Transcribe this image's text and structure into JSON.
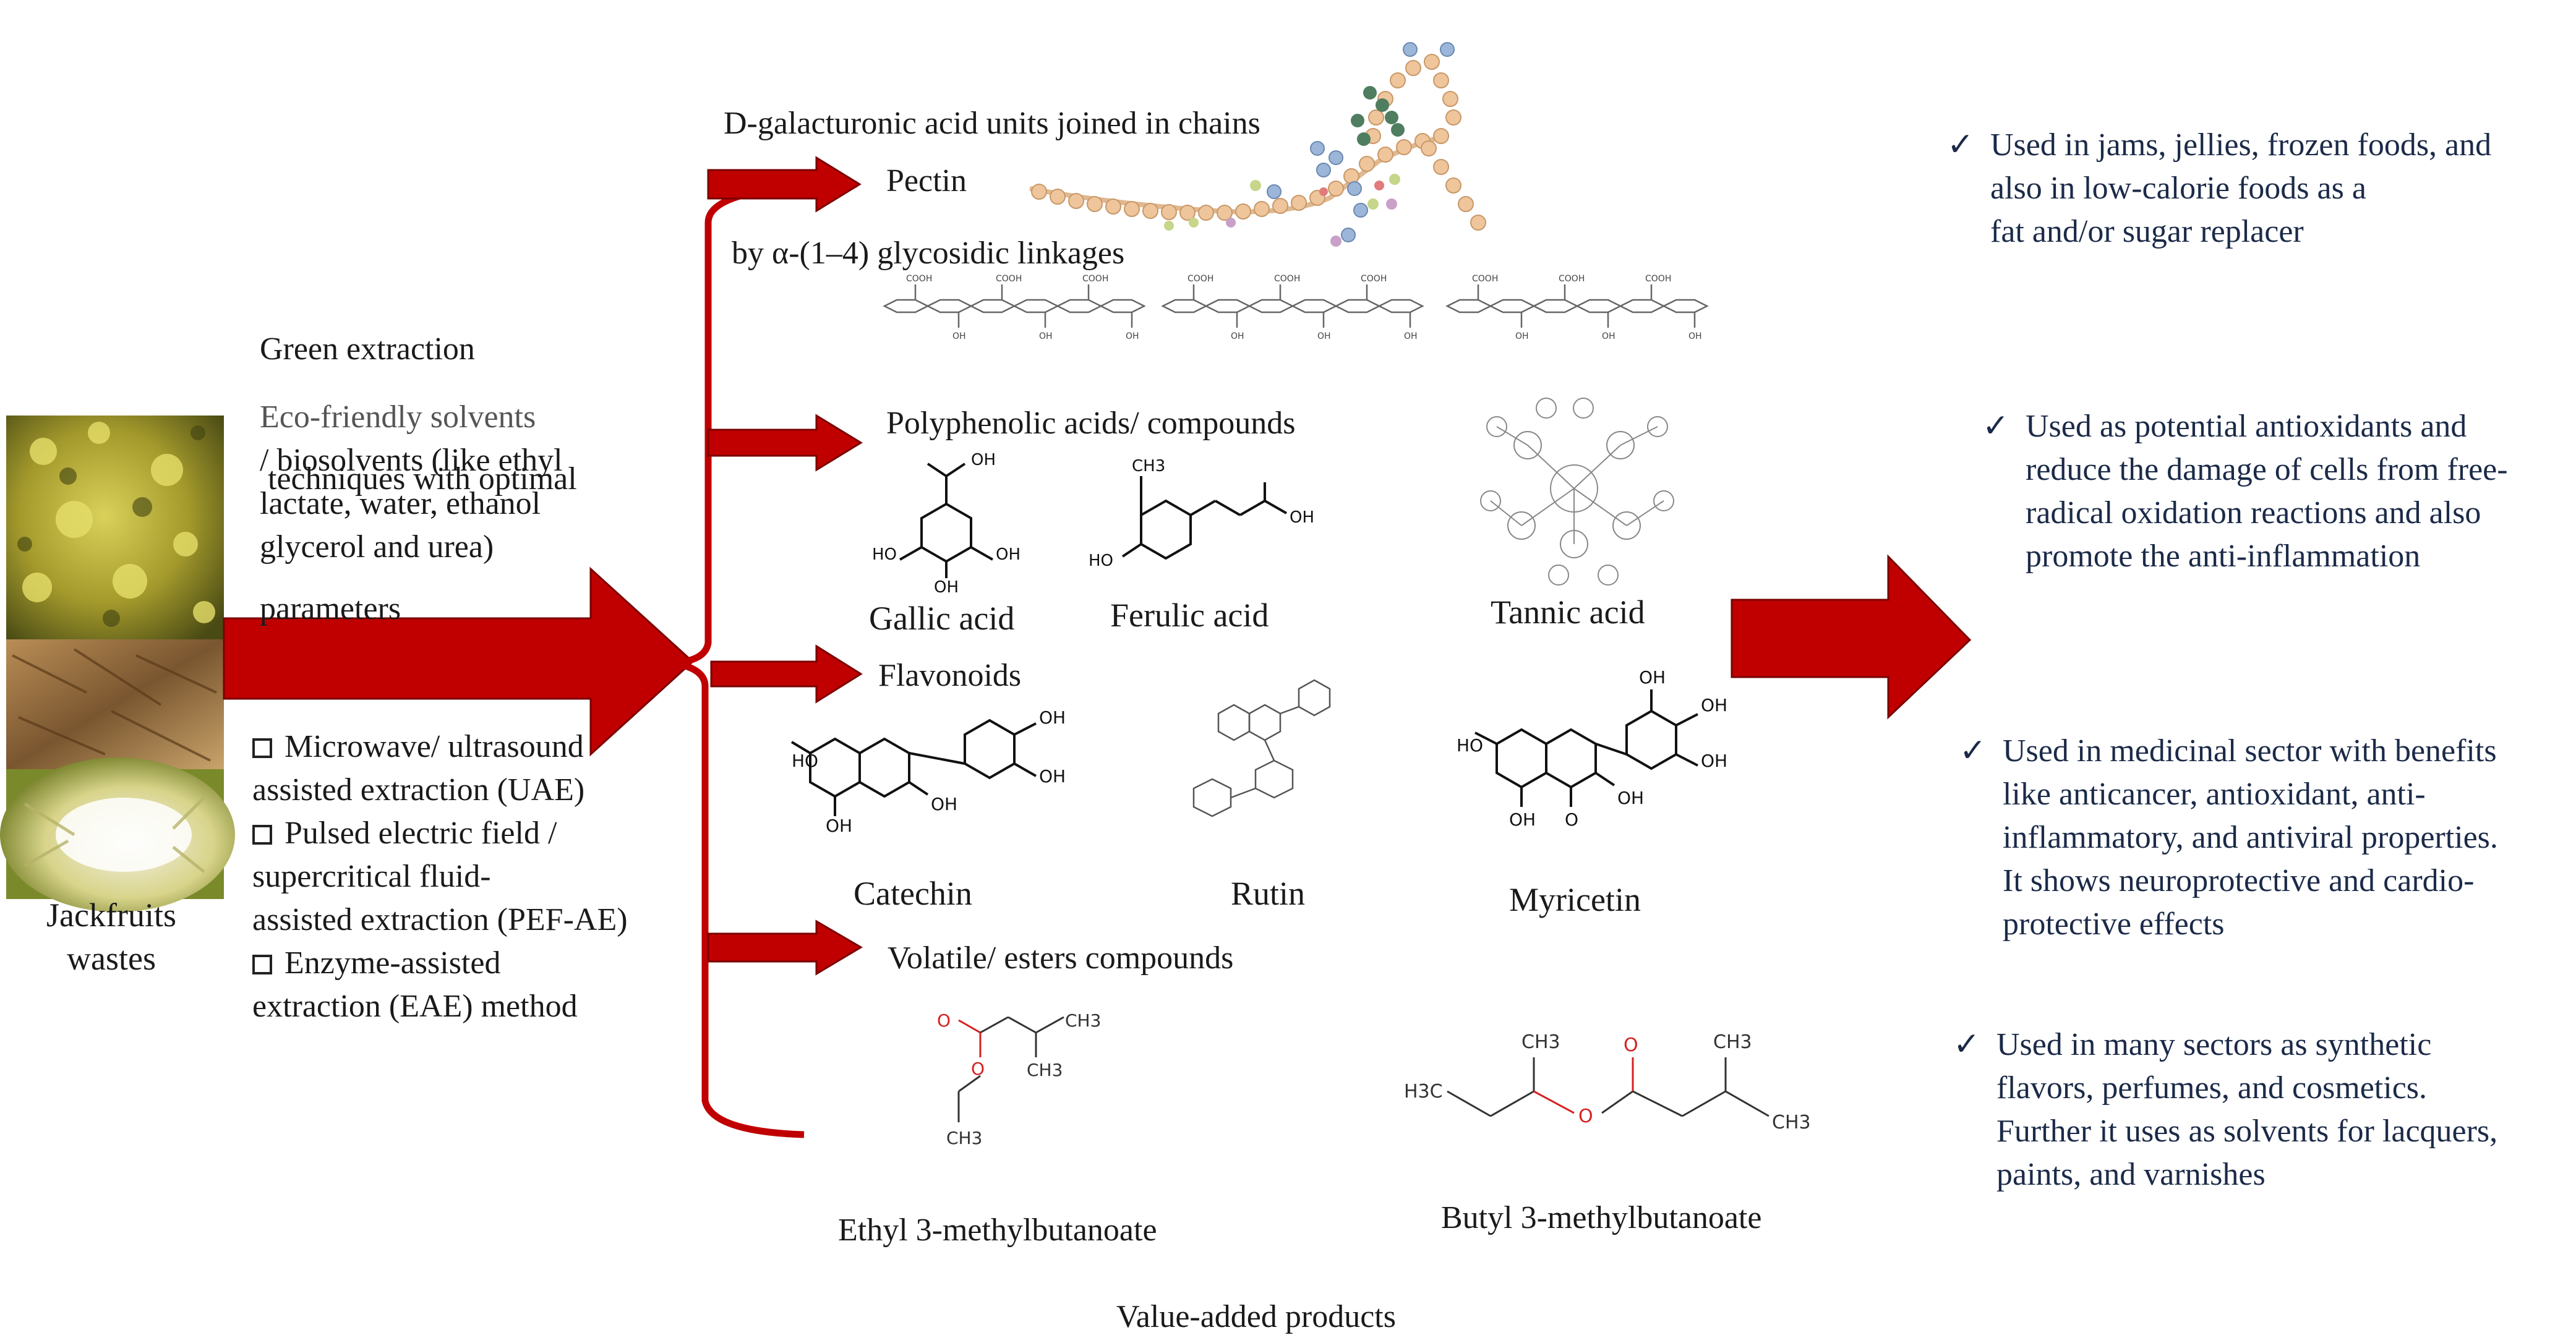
{
  "source": {
    "label_lines": [
      "Jackfruits",
      "wastes"
    ]
  },
  "extraction": {
    "heading_lines": [
      "Green extraction",
      " techniques with optimal",
      "parameters"
    ],
    "solvents_lines": [
      "Eco-friendly solvents",
      "/ biosolvents (like ethyl",
      "lactate, water, ethanol",
      "glycerol and urea)"
    ],
    "methods": [
      [
        "Microwave/ ultrasound",
        "assisted extraction (UAE)"
      ],
      [
        "Pulsed electric field /",
        "supercritical fluid-",
        "assisted  extraction (PEF-AE)"
      ],
      [
        "Enzyme-assisted",
        "extraction (EAE) method"
      ]
    ]
  },
  "pectin": {
    "caption_lines": [
      "D-galacturonic acid units joined in chains",
      " by α-(1–4) glycosidic linkages"
    ],
    "label": "Pectin",
    "group_labels": [
      "COOH",
      "OH"
    ]
  },
  "polyphenols": {
    "heading": "Polyphenolic acids/ compounds",
    "compounds": [
      "Gallic acid",
      "Ferulic acid",
      "Tannic acid"
    ],
    "atom_labels": [
      "HO",
      "OH",
      "CH3",
      "O"
    ]
  },
  "flavonoids": {
    "heading": "Flavonoids",
    "compounds": [
      "Catechin",
      "Rutin",
      "Myricetin"
    ]
  },
  "volatiles": {
    "heading": "Volatile/ esters compounds",
    "compounds": [
      "Ethyl 3-methylbutanoate",
      "Butyl 3-methylbutanoate"
    ],
    "atom_labels": [
      "CH3",
      "H3C",
      "O"
    ]
  },
  "uses": [
    {
      "check": "✓",
      "lines": [
        "Used in jams, jellies, frozen foods, and",
        "also in low-calorie foods as a",
        "fat and/or sugar replacer"
      ]
    },
    {
      "check": "✓",
      "lines": [
        "Used as potential antioxidants and",
        "reduce the damage of cells from free-",
        "radical oxidation reactions and also",
        "promote the anti-inflammation"
      ]
    },
    {
      "check": "✓",
      "lines": [
        "Used in medicinal sector with benefits",
        "like anticancer, antioxidant, anti-",
        "inflammatory, and antiviral properties.",
        "It shows neuroprotective and cardio-",
        "protective effects"
      ]
    },
    {
      "check": "✓",
      "lines": [
        "Used in many sectors as synthetic",
        "flavors, perfumes, and cosmetics.",
        "Further it uses as solvents for lacquers,",
        "paints, and varnishes"
      ]
    }
  ],
  "footer": "Value-added products",
  "colors": {
    "arrow": "#c00000",
    "arrow_border": "#7a0000",
    "text_uses": "#1b2a48",
    "chem_red": "#d62020"
  }
}
